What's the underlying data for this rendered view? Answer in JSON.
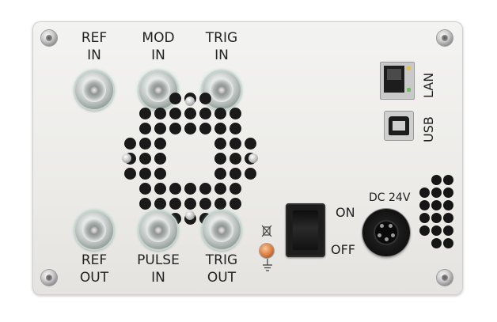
{
  "connectors_top": [
    {
      "line1": "REF",
      "line2": "IN"
    },
    {
      "line1": "MOD",
      "line2": "IN"
    },
    {
      "line1": "TRIG",
      "line2": "IN"
    }
  ],
  "connectors_bottom": [
    {
      "line1": "REF",
      "line2": "OUT"
    },
    {
      "line1": "PULSE",
      "line2": "IN"
    },
    {
      "line1": "TRIG",
      "line2": "OUT"
    }
  ],
  "ports": {
    "lan": "LAN",
    "usb": "USB"
  },
  "power": {
    "on": "ON",
    "off": "OFF",
    "dc_label": "DC 24V"
  },
  "colors": {
    "panel": "#ecebe8",
    "bnc_glow": "#a5c6b8",
    "ground_screw": "#d9793a"
  }
}
